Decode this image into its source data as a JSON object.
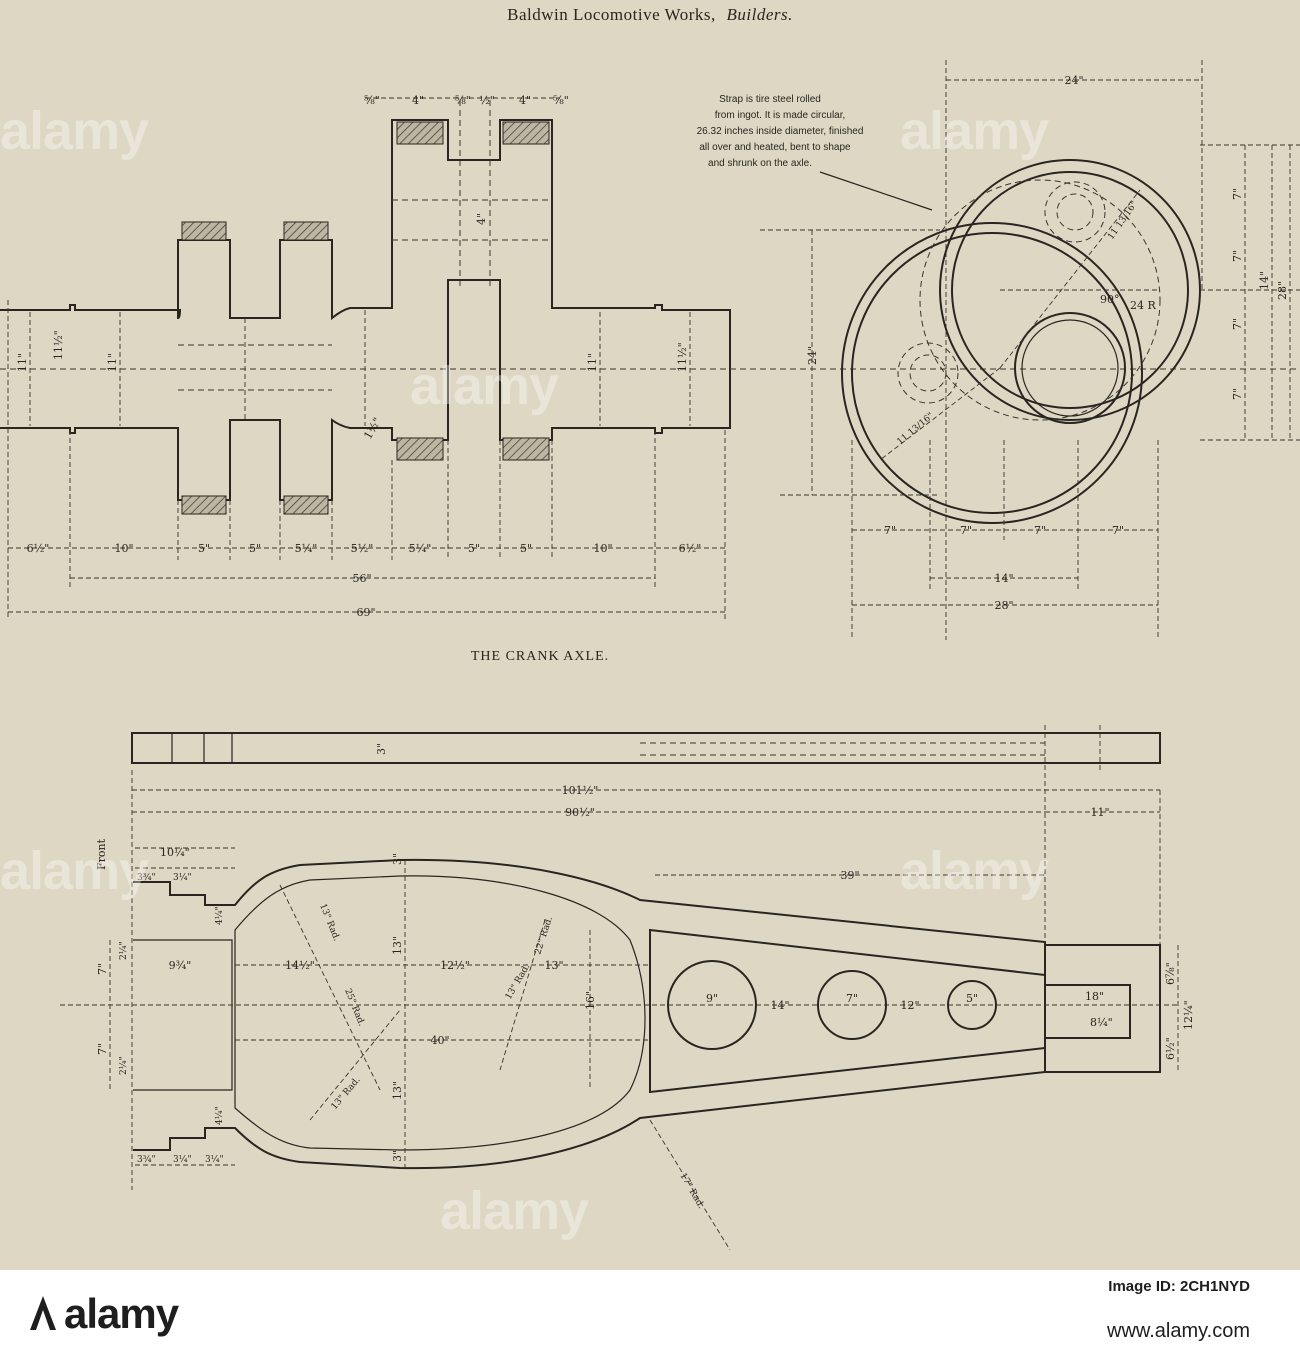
{
  "header": {
    "title_prefix": "Baldwin Locomotive Works,",
    "title_suffix": "Builders."
  },
  "crank_axle": {
    "caption": "THE CRANK AXLE.",
    "top_dims": [
      "⅝\"",
      "4\"",
      "⅝\"",
      "½\"",
      "4\"",
      "⅝\""
    ],
    "bottom_dims": [
      "6½\"",
      "10\"",
      "5\"",
      "5\"",
      "5¼\"",
      "5½\"",
      "5¼\"",
      "5\"",
      "5\"",
      "10\"",
      "6½\""
    ],
    "overall_56": "56\"",
    "overall_69": "69\"",
    "journal_dia": "11\"",
    "journal_dia_2": "11½\"",
    "web_gap": "4\"",
    "fillet": "1½\""
  },
  "strap_note": {
    "lines": [
      "Strap is tire steel rolled",
      "from ingot.  It is made circular,",
      "26.32 inches inside diameter, finished",
      "all over and heated, bent to shape",
      "and shrunk on the axle."
    ]
  },
  "end_view": {
    "dims_top": "24\"",
    "dims_bottom": [
      "7\"",
      "7\"",
      "7\"",
      "7\""
    ],
    "dim_14": "14\"",
    "dim_28": "28\"",
    "right_dims": [
      "7\"",
      "7\"",
      "14\"",
      "28\"",
      "7\"",
      "7\""
    ],
    "left_dim": "24\"",
    "radius_label": "24 R",
    "angle_label": "90°",
    "bore_label": "11 13/16\""
  },
  "rod": {
    "front_label": "Front",
    "dim_101": "101½\"",
    "dim_90": "90½\"",
    "dim_11": "11\"",
    "dim_39": "39\"",
    "dim_40": "40\"",
    "dim_14a": "14\"",
    "dim_12": "12\"",
    "dim_14b": "14½\"",
    "dim_12b": "12½\"",
    "dim_9": "9¾\"",
    "dim_13": "13\"",
    "dim_16": "16\"",
    "dim_10": "10¼\"",
    "dim_3": "3\"",
    "dim_18": "18\"",
    "dim_8": "8¼\"",
    "dim_6a": "6⅞\"",
    "dim_6b": "6½\"",
    "dim_12c": "12¼\"",
    "dim_7": "7\"",
    "dim_7b": "7\"",
    "hole1": "9\"",
    "hole2": "7\"",
    "hole3": "5\"",
    "rad_13": "13\" Rad.",
    "rad_22": "22\" Rad.",
    "rad_25": "25\" Rad.",
    "rad_17": "17\" Rad.",
    "small_dims": [
      "3¾\"",
      "3¼\"",
      "3¼\"",
      "2¼\"",
      "4¼\""
    ]
  },
  "watermark": {
    "logo": "alamy",
    "overlay": "alamy",
    "image_id": "Image ID: 2CH1NYD",
    "url": "www.alamy.com"
  }
}
